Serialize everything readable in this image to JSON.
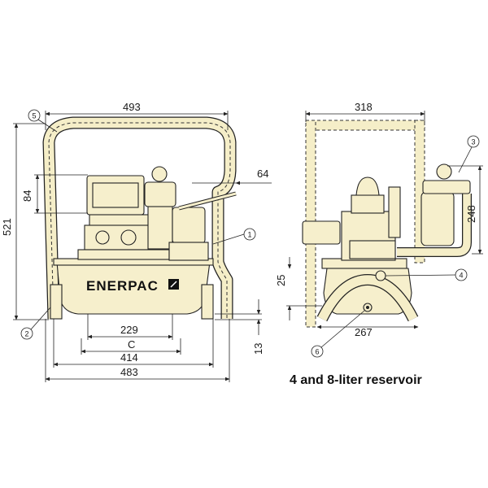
{
  "brand": {
    "name": "ENERPAC",
    "logo_icon": "enerpac-logo-square-icon"
  },
  "caption": "4 and 8-liter reservoir",
  "colors": {
    "body": "#f6efcc",
    "frame_fill": "#f5eec8",
    "outline": "#222222"
  },
  "front_view": {
    "dims": {
      "top_width": "493",
      "height_total": "521",
      "height_84": "84",
      "offset_64": "64",
      "width_229": "229",
      "width_c": "C",
      "width_414": "414",
      "width_483": "483",
      "height_13": "13"
    },
    "callouts": [
      "5",
      "1",
      "2"
    ]
  },
  "side_view": {
    "dims": {
      "top_width": "318",
      "height_248": "248",
      "height_25": "25",
      "width_267": "267"
    },
    "callouts": [
      "3",
      "4",
      "6"
    ]
  }
}
